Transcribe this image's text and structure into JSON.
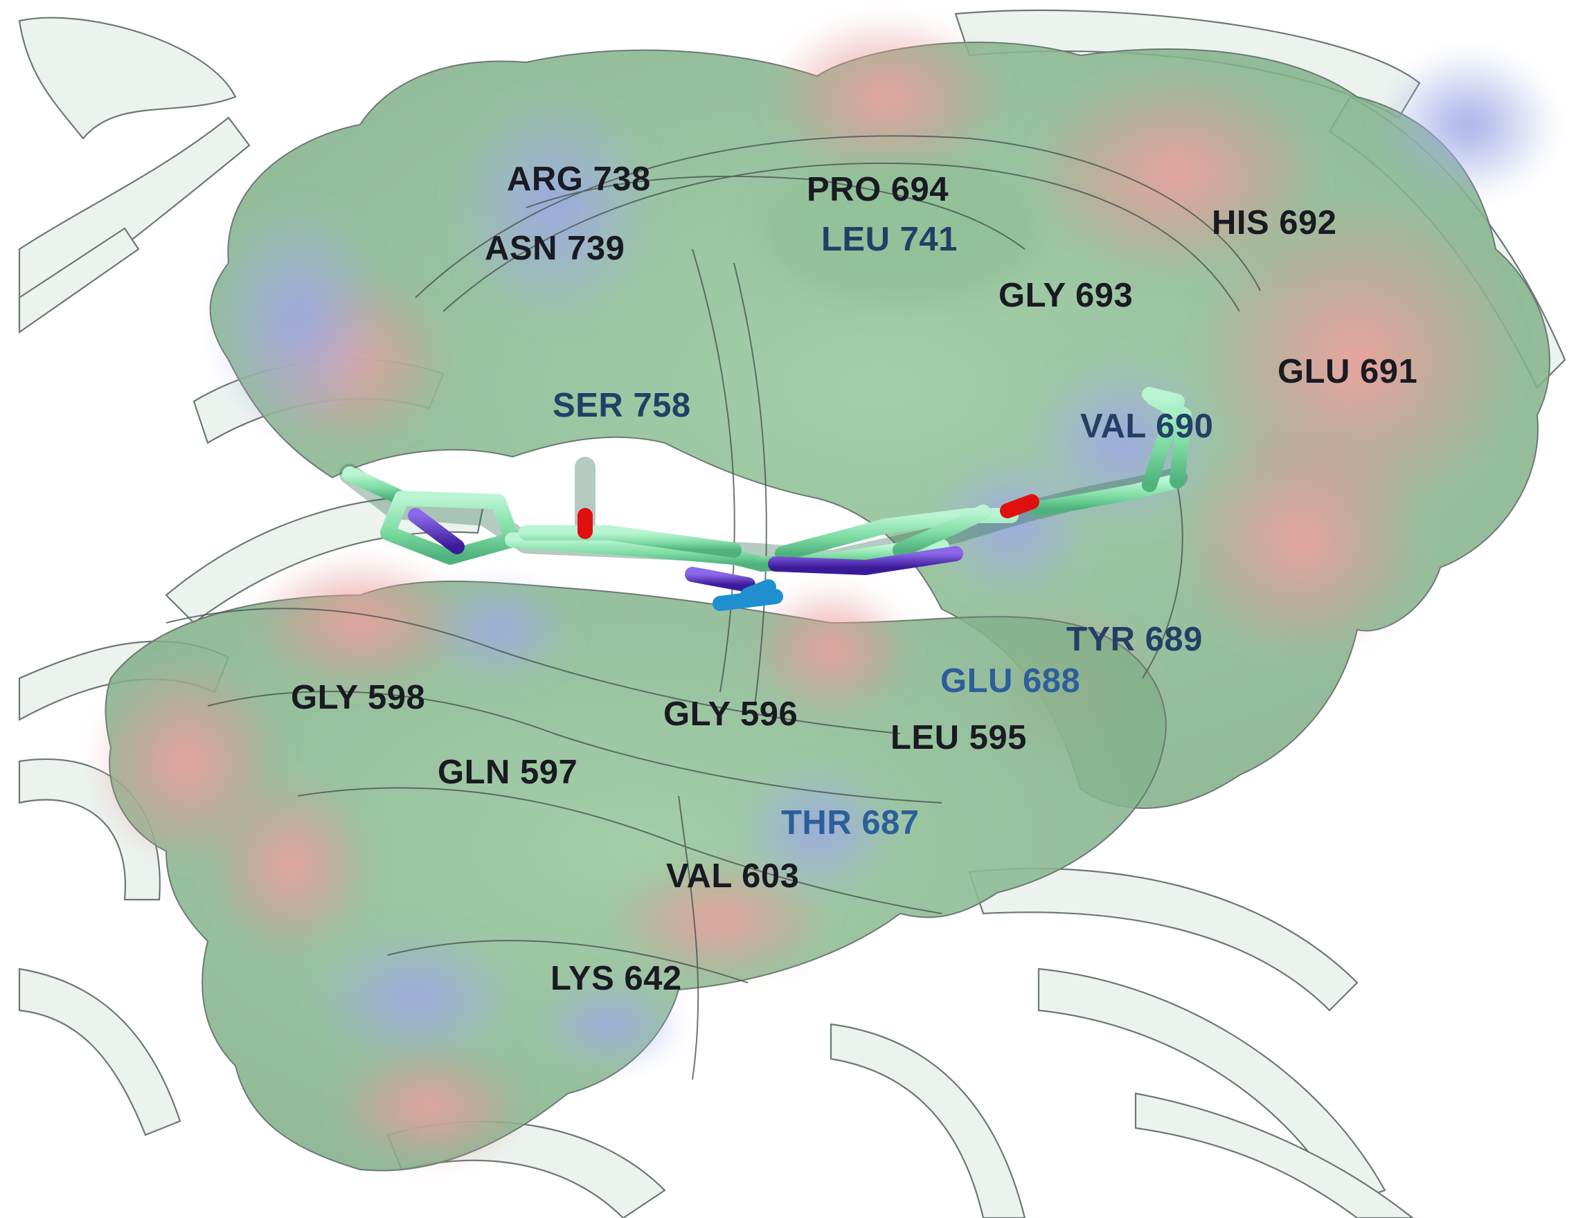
{
  "figure": {
    "residues": [
      {
        "id": "arg738",
        "label": "ARG 738",
        "tone": "dark"
      },
      {
        "id": "asn739",
        "label": "ASN 739",
        "tone": "dark"
      },
      {
        "id": "pro694",
        "label": "PRO 694",
        "tone": "dark"
      },
      {
        "id": "leu741",
        "label": "LEU 741",
        "tone": "blue"
      },
      {
        "id": "his692",
        "label": "HIS 692",
        "tone": "dark"
      },
      {
        "id": "gly693",
        "label": "GLY 693",
        "tone": "dark"
      },
      {
        "id": "glu691",
        "label": "GLU 691",
        "tone": "dark"
      },
      {
        "id": "ser758",
        "label": "SER 758",
        "tone": "blue"
      },
      {
        "id": "val690",
        "label": "VAL 690",
        "tone": "blue"
      },
      {
        "id": "tyr689",
        "label": "TYR 689",
        "tone": "blue"
      },
      {
        "id": "glu688",
        "label": "GLU 688",
        "tone": "lightblue"
      },
      {
        "id": "gly598",
        "label": "GLY 598",
        "tone": "dark"
      },
      {
        "id": "gly596",
        "label": "GLY 596",
        "tone": "dark"
      },
      {
        "id": "leu595",
        "label": "LEU 595",
        "tone": "dark"
      },
      {
        "id": "gln597",
        "label": "GLN 597",
        "tone": "dark"
      },
      {
        "id": "thr687",
        "label": "THR 687",
        "tone": "lightblue"
      },
      {
        "id": "val603",
        "label": "VAL 603",
        "tone": "dark"
      },
      {
        "id": "lys642",
        "label": "LYS 642",
        "tone": "dark"
      }
    ],
    "colors": {
      "background": "#ffffff",
      "ribbon": "#e8f1ec",
      "surface_green": "#8dbb94",
      "surface_red": "#e59a9a",
      "surface_blue": "#a6b2e6",
      "ligand_carbon": "#82e0aa",
      "ligand_nitrogen": "#5b2fbf",
      "ligand_oxygen": "#e01010",
      "ligand_fluorine": "#1f8fcf",
      "label_dark": "#1a1a22",
      "label_blue": "#243f66",
      "label_lightblue": "#2c5f9a"
    }
  }
}
